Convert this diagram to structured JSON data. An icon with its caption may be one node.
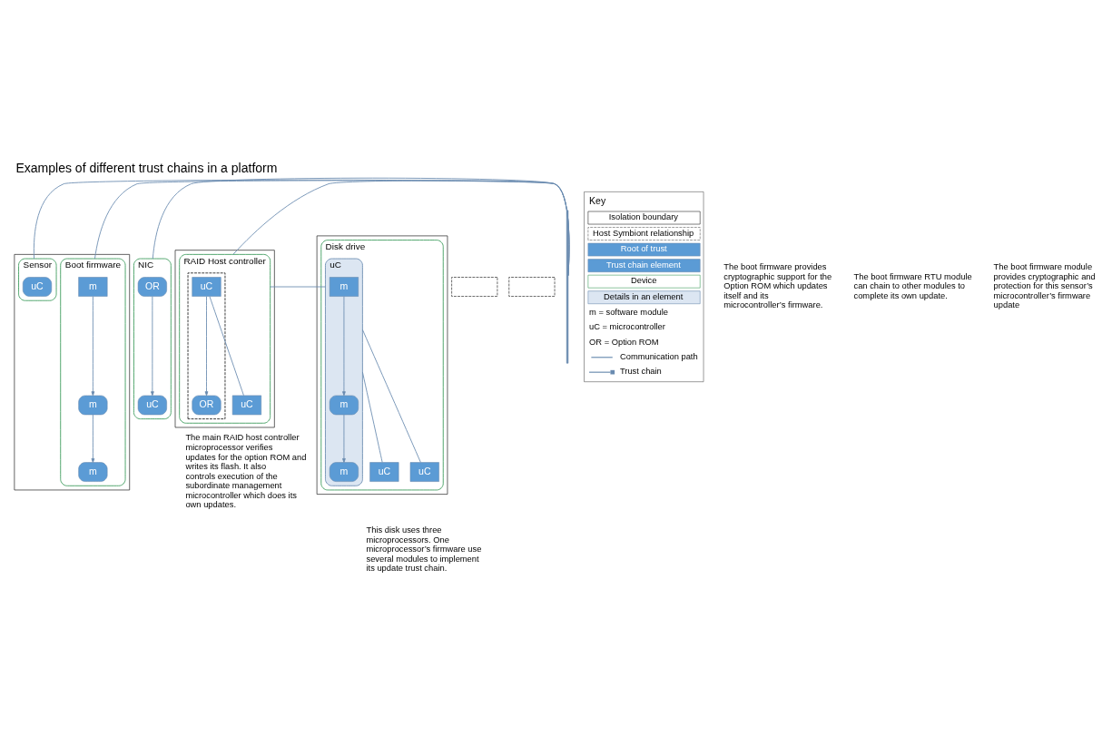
{
  "diagram": {
    "title": "Examples of different trust chains in a platform",
    "nodes": [
      {
        "text": [],
        "shape": "box"
      },
      {
        "text": [
          "Boot firmware"
        ],
        "in": 0
      },
      {
        "text": [
          "m"
        ],
        "in": 1
      },
      {
        "text": [
          "m"
        ],
        "in": 1
      },
      {
        "text": [
          "m"
        ],
        "in": 1
      },
      {
        "text": [
          "Sensor"
        ],
        "in": 0
      },
      {
        "text": [
          "uC"
        ],
        "in": 5
      },
      {
        "text": [
          "NIC"
        ]
      },
      {
        "text": [
          "OR"
        ],
        "in": 7
      },
      {
        "text": [
          "uC"
        ],
        "in": 7
      },
      {
        "text": [],
        "shape": "box",
        "beside": [
          "The main RAID host controller microprocessor verifies updates for the option ROM and writes its flash. It also controls execution of the subordinate management microcontroller which does its own updates."
        ]
      },
      {
        "text": [
          "RAID Host controller"
        ],
        "in": 10
      },
      {
        "text": [],
        "shape": "box",
        "in": 11
      },
      {
        "text": [
          "uC"
        ],
        "in": 12
      },
      {
        "text": [
          "OR"
        ],
        "in": 12
      },
      {
        "text": [
          "uC"
        ],
        "in": 11
      },
      {
        "text": [],
        "shape": "box",
        "beside": [
          "This disk uses three microprocessors. One microprocessor’s firmware use several modules to implement its update trust chain."
        ]
      },
      {
        "text": [
          "Disk drive"
        ],
        "in": 16
      },
      {
        "text": [
          "uC"
        ],
        "in": 17
      },
      {
        "text": [
          "m"
        ],
        "in": 18
      },
      {
        "text": [
          "m"
        ],
        "in": 18
      },
      {
        "text": [
          "m"
        ],
        "in": 18
      },
      {
        "text": [
          "uC"
        ],
        "in": 17
      },
      {
        "text": [
          "uC"
        ],
        "in": 17
      },
      {
        "text": [],
        "shape": "box"
      },
      {
        "text": [],
        "shape": "box"
      },
      {
        "text": [],
        "shape": "bar"
      }
    ],
    "edges": [
      {
        "from": 2,
        "to": 3,
        "arrow": "to"
      },
      {
        "from": 3,
        "to": 4,
        "arrow": "to"
      },
      {
        "from": 8,
        "to": 9,
        "arrow": "to"
      },
      {
        "from": 13,
        "to": 14,
        "arrow": "to"
      },
      {
        "from": 13,
        "to": 15,
        "arrow": "none"
      },
      {
        "from": 19,
        "to": 20,
        "arrow": "to"
      },
      {
        "from": 20,
        "to": 21,
        "arrow": "to"
      },
      {
        "from": 18,
        "to": 22,
        "arrow": "none"
      },
      {
        "from": 18,
        "to": 23,
        "arrow": "none"
      },
      {
        "from": 1,
        "to": 26,
        "arrow": "none"
      },
      {
        "from": 7,
        "to": 26,
        "arrow": "none"
      },
      {
        "from": 5,
        "to": 26,
        "arrow": "none"
      },
      {
        "from": 11,
        "to": 26,
        "arrow": "none"
      },
      {
        "from": 11,
        "to": 18,
        "arrow": "none"
      }
    ],
    "labels": [
      "Key",
      "m = software module",
      "uC = microcontroller",
      "OR = Option ROM",
      "The boot firmware provides cryptographic support for the Option ROM which updates itself and its microcontroller’s firmware.",
      "The boot firmware RTU module can chain to other modules to complete its own update.",
      "The boot firmware module provides cryptographic and protection for this sensor’s microcontroller’s firmware update"
    ],
    "legend": [
      {
        "text": "Isolation boundary"
      },
      {
        "text": "Host Symbiont relationship"
      },
      {
        "text": "Root of trust",
        "color": "#5b9bd5"
      },
      {
        "text": "Trust chain element",
        "color": "#5b9bd5"
      },
      {
        "text": "Device"
      },
      {
        "text": "Details in an element",
        "color": "#dce6f2"
      },
      {
        "text": "Communication path"
      },
      {
        "text": "Trust chain"
      }
    ]
  }
}
